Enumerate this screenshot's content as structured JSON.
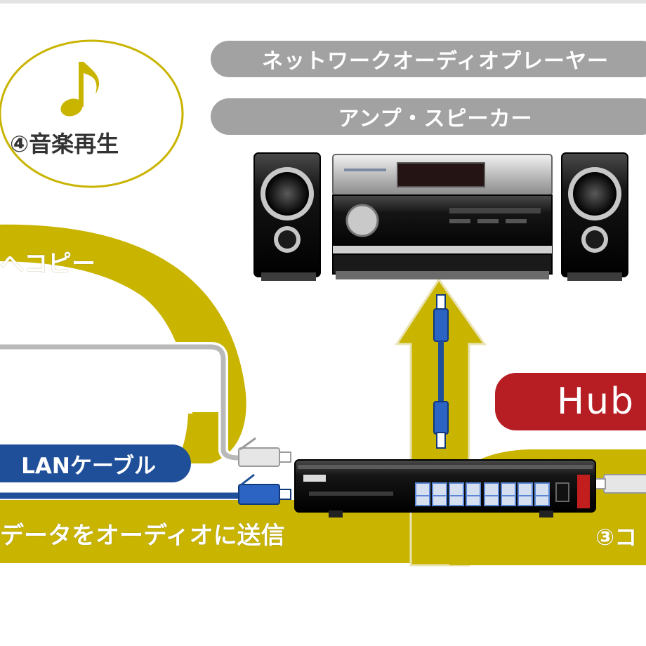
{
  "colors": {
    "yellow": "#c9b400",
    "gray_pill": "#a2a2a2",
    "lan_blue": "#1f4f99",
    "hub_red": "#b71e24",
    "outline": "#d9d6c8"
  },
  "labels": {
    "player": "ネットワークオーディオプレーヤー",
    "amp": "アンプ・スピーカー",
    "play": "④音楽再生",
    "copy": "へコピー",
    "lan": "LANケーブル",
    "hub": "Hub",
    "send": "データをオーディオに送信",
    "copy3": "③コ"
  },
  "icons": {
    "music": "eighth-note-icon",
    "speaker": "speaker-icon",
    "receiver": "av-receiver-icon",
    "hub": "network-hub-icon",
    "cable": "lan-cable-icon"
  }
}
